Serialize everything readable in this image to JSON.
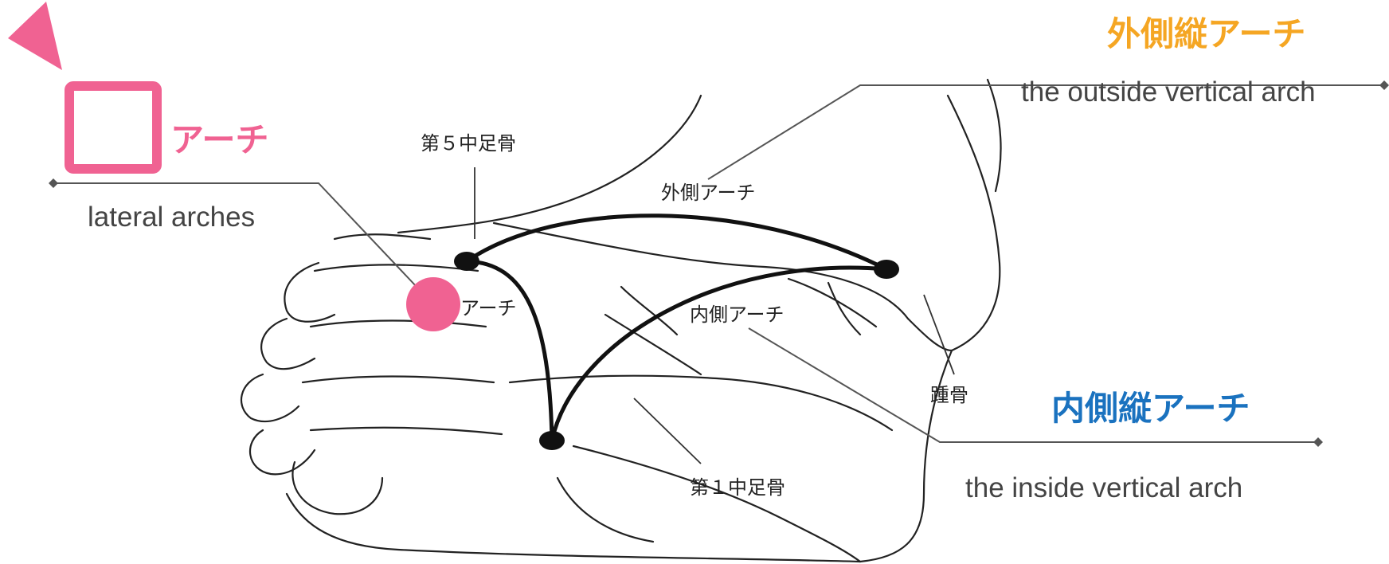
{
  "colors": {
    "pink": "#f06292",
    "orange": "#f5a623",
    "blue": "#1a72bf",
    "gray_line": "#555555",
    "ink": "#222222"
  },
  "headings": {
    "transverse_jp": "アーチ",
    "transverse_en": "lateral arches",
    "lateral_jp": "外側縦アーチ",
    "lateral_en": "the outside vertical arch",
    "medial_jp": "内側縦アーチ",
    "medial_en": "the inside vertical arch"
  },
  "diagram_labels": {
    "metatarsal5": "第５中足骨",
    "outer_arch": "外側アーチ",
    "arch": "アーチ",
    "inner_arch": "内側アーチ",
    "calcaneus": "踵骨",
    "metatarsal1": "第１中足骨"
  },
  "icons": [
    "triangle-pointer-icon",
    "square-outline-icon",
    "dot-marker-icon"
  ]
}
